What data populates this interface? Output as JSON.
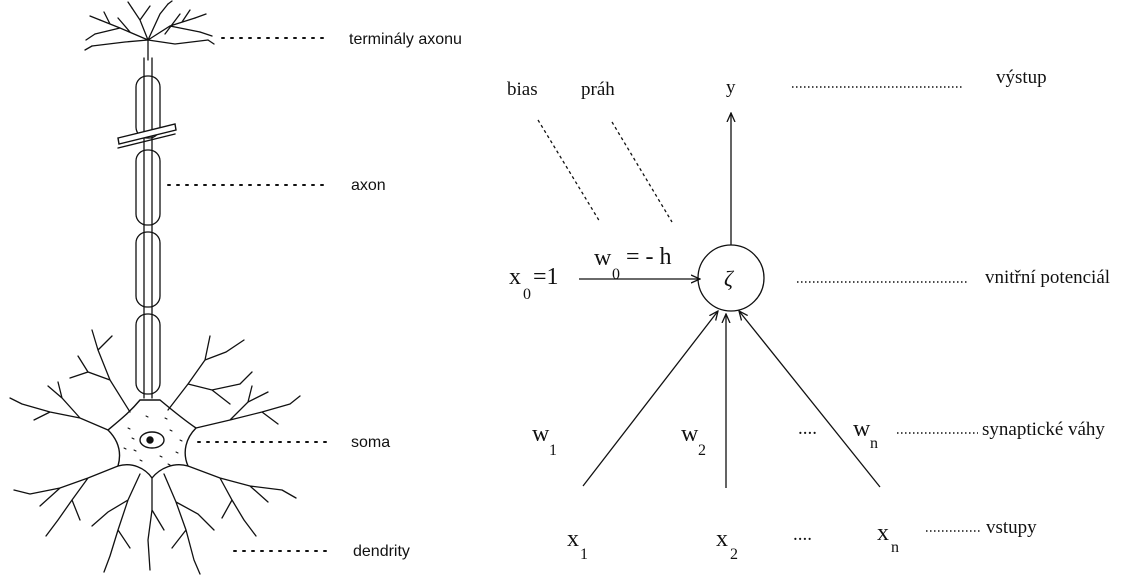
{
  "neuron": {
    "labels": {
      "terminals": "terminály axonu",
      "axon": "axon",
      "soma": "soma",
      "dendrites": "dendrity"
    }
  },
  "model": {
    "bias": "bias",
    "threshold": "práh",
    "output_symbol": "y",
    "output_label": "výstup",
    "x0": "x",
    "x0_sub": "0",
    "x0_value": "=1",
    "w0": "w",
    "w0_sub": "0",
    "w0_value": "= - h",
    "potential_symbol": "ζ",
    "potential_label": "vnitřní potenciál",
    "w1": "w",
    "w1_sub": "1",
    "w2": "w",
    "w2_sub": "2",
    "wn": "w",
    "wn_sub": "n",
    "weights_dots": "....",
    "weights_label": "synaptické váhy",
    "x1": "x",
    "x1_sub": "1",
    "x2": "x",
    "x2_sub": "2",
    "xn": "x",
    "xn_sub": "n",
    "inputs_dots": "....",
    "inputs_label": "vstupy"
  }
}
